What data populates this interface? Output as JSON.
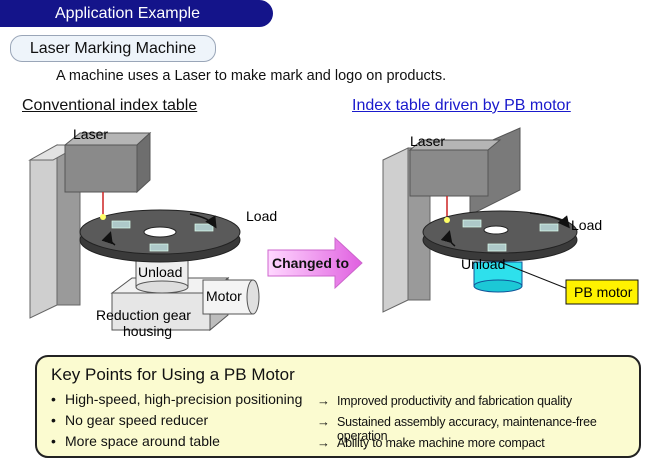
{
  "header": {
    "banner": "Application Example",
    "machine": "Laser Marking Machine"
  },
  "description": "A machine uses a Laser to make mark and logo on products.",
  "left_diagram": {
    "title": "Conventional index table",
    "labels": {
      "laser": "Laser",
      "load": "Load",
      "unload": "Unload",
      "motor": "Motor",
      "gear_line1": "Reduction gear",
      "gear_line2": "housing"
    }
  },
  "arrow_label": "Changed to",
  "right_diagram": {
    "title": "Index table driven by PB motor",
    "labels": {
      "laser": "Laser",
      "load": "Load",
      "unload": "Unload",
      "pb_motor": "PB motor"
    }
  },
  "key_points": {
    "title": "Key Points for Using a PB Motor",
    "bullet": "•",
    "arrow": "→",
    "items": [
      {
        "point": "High-speed, high-precision positioning",
        "result": "Improved productivity and fabrication quality"
      },
      {
        "point": "No gear speed reducer",
        "result": "Sustained assembly accuracy, maintenance-free operation"
      },
      {
        "point": "More space around table",
        "result": "Ability to make machine more compact"
      }
    ]
  },
  "colors": {
    "banner": "#14148a",
    "right_title": "#1a1acc",
    "pb_motor": "#2ee0ec",
    "pb_label_bg": "#fff200",
    "keybox_bg": "#fbfbd0",
    "arrow_fill": "#ee88ee"
  }
}
